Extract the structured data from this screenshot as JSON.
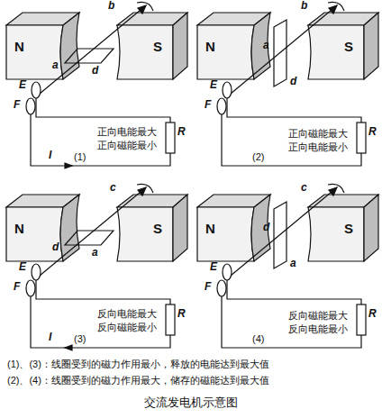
{
  "diagram": {
    "caption": "交流发电机示意图",
    "labels": [
      "b",
      "a",
      "d",
      "N",
      "S",
      "E",
      "F",
      "R",
      "I",
      "正向电能最大",
      "正向磁能最小",
      "(1)",
      "b",
      "a",
      "d",
      "N",
      "S",
      "E",
      "F",
      "R",
      "正向磁能最大",
      "正向电能最小",
      "(2)",
      "c",
      "d",
      "a",
      "N",
      "S",
      "E",
      "F",
      "R",
      "I",
      "反向电能最大",
      "反向磁能最小",
      "(3)",
      "c",
      "d",
      "a",
      "N",
      "S",
      "E",
      "F",
      "R",
      "反向磁能最大",
      "反向电能最小",
      "(4)",
      "(1)、(3)：线圈受到的磁力作用最小，释放的电能达到最大值",
      "(2)、(4)：线圈受到的磁力作用最大，储存的磁能达到最大值"
    ]
  }
}
